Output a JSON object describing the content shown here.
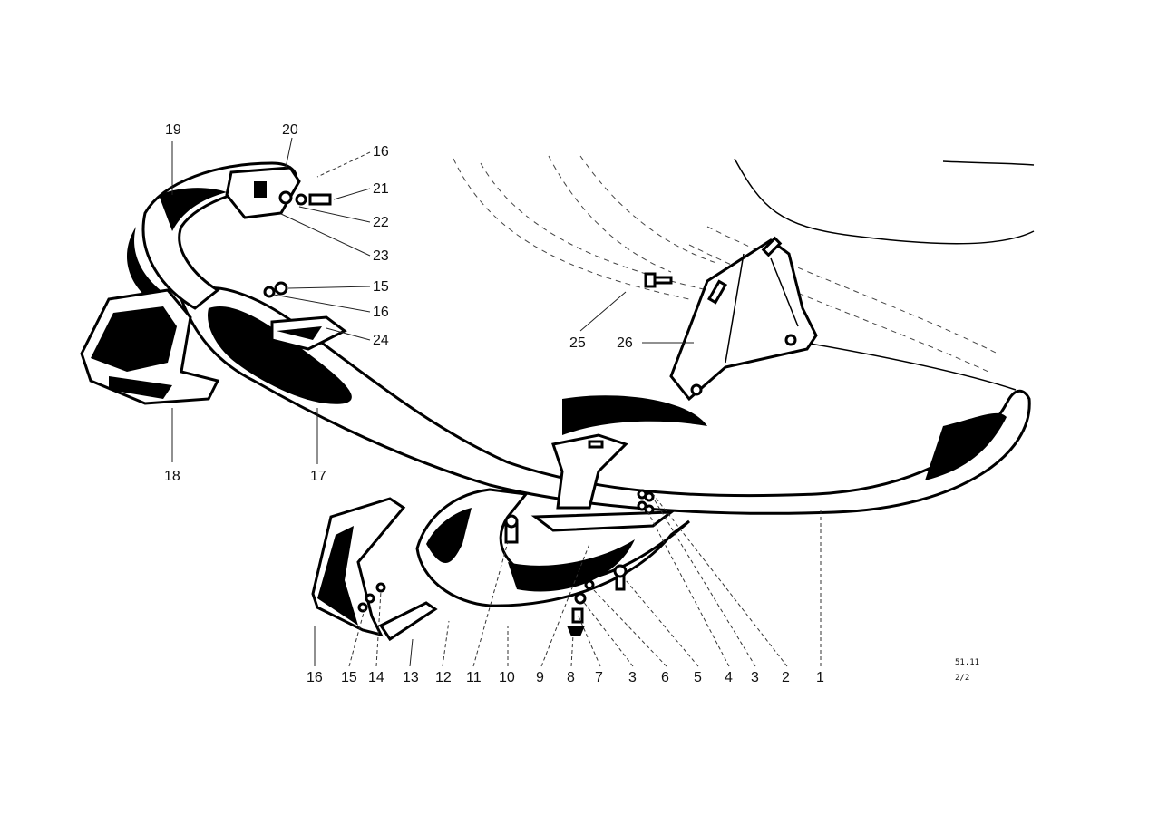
{
  "diagram": {
    "callouts": [
      {
        "id": "c1",
        "label": "1"
      },
      {
        "id": "c2",
        "label": "2"
      },
      {
        "id": "c3a",
        "label": "3"
      },
      {
        "id": "c4",
        "label": "4"
      },
      {
        "id": "c5",
        "label": "5"
      },
      {
        "id": "c6",
        "label": "6"
      },
      {
        "id": "c3b",
        "label": "3"
      },
      {
        "id": "c7",
        "label": "7"
      },
      {
        "id": "c8",
        "label": "8"
      },
      {
        "id": "c9",
        "label": "9"
      },
      {
        "id": "c10",
        "label": "10"
      },
      {
        "id": "c11",
        "label": "11"
      },
      {
        "id": "c12",
        "label": "12"
      },
      {
        "id": "c13",
        "label": "13"
      },
      {
        "id": "c14",
        "label": "14"
      },
      {
        "id": "c15a",
        "label": "15"
      },
      {
        "id": "c16a",
        "label": "16"
      },
      {
        "id": "c17",
        "label": "17"
      },
      {
        "id": "c18",
        "label": "18"
      },
      {
        "id": "c19",
        "label": "19"
      },
      {
        "id": "c20",
        "label": "20"
      },
      {
        "id": "c16b",
        "label": "16"
      },
      {
        "id": "c21",
        "label": "21"
      },
      {
        "id": "c22",
        "label": "22"
      },
      {
        "id": "c23",
        "label": "23"
      },
      {
        "id": "c15b",
        "label": "15"
      },
      {
        "id": "c16c",
        "label": "16"
      },
      {
        "id": "c24",
        "label": "24"
      },
      {
        "id": "c25",
        "label": "25"
      },
      {
        "id": "c26",
        "label": "26"
      }
    ],
    "reference": {
      "code": "51.11",
      "sheet": "2/2"
    }
  }
}
